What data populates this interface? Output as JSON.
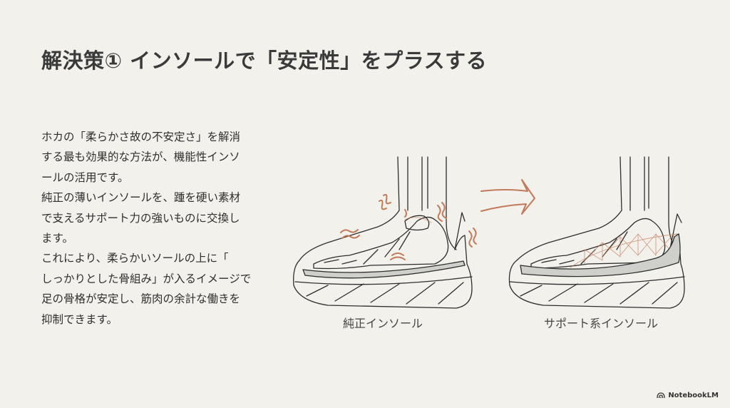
{
  "slide": {
    "title": "解決策① インソールで「安定性」をプラスする",
    "body_lines": [
      "ホカの「柔らかさ故の不安定さ」を解消",
      "する最も効果的な方法が、機能性インソ",
      "ールの活用です。",
      "純正の薄いインソールを、踵を硬い素材",
      "で支えるサポート力の強いものに交換し",
      "ます。",
      "これにより、柔らかいソールの上に「",
      "しっかりとした骨組み」が入るイメージで",
      "足の骨格が安定し、筋肉の余計な働きを",
      "抑制できます。"
    ]
  },
  "illustration": {
    "left_caption": "純正インソール",
    "right_caption": "サポート系インソール",
    "left_icon": "shoe-skeleton-unstable",
    "arrow_icon": "arrow-right-icon",
    "right_icon": "shoe-skeleton-supported",
    "accent_color": "#c27a5a",
    "insole_color": "#cfcfcc",
    "line_color": "#2e2e2e"
  },
  "brand": {
    "label": "NotebookLM",
    "icon": "notebooklm-logo-icon"
  }
}
